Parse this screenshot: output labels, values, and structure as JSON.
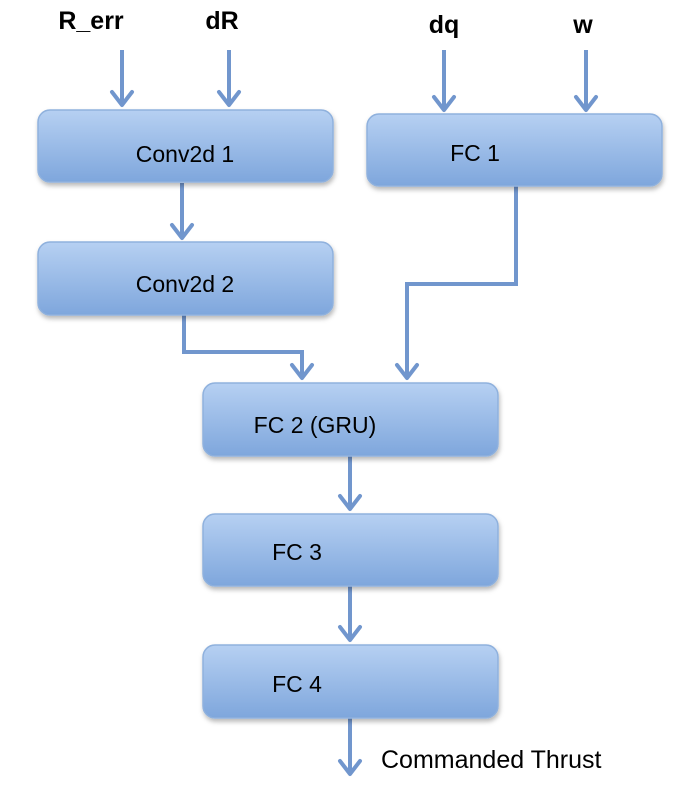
{
  "inputs": [
    {
      "id": "r_err",
      "label": "R_err"
    },
    {
      "id": "dR",
      "label": "dR"
    },
    {
      "id": "dq",
      "label": "dq"
    },
    {
      "id": "w",
      "label": "w"
    }
  ],
  "nodes": [
    {
      "id": "conv2d_1",
      "label": "Conv2d 1"
    },
    {
      "id": "fc1",
      "label": "FC 1"
    },
    {
      "id": "conv2d_2",
      "label": "Conv2d 2"
    },
    {
      "id": "fc2",
      "label": "FC 2 (GRU)"
    },
    {
      "id": "fc3",
      "label": "FC 3"
    },
    {
      "id": "fc4",
      "label": "FC 4"
    }
  ],
  "output": {
    "label": "Commanded Thrust"
  },
  "edges": [
    {
      "from": "r_err",
      "to": "conv2d_1"
    },
    {
      "from": "dR",
      "to": "conv2d_1"
    },
    {
      "from": "dq",
      "to": "fc1"
    },
    {
      "from": "w",
      "to": "fc1"
    },
    {
      "from": "conv2d_1",
      "to": "conv2d_2"
    },
    {
      "from": "conv2d_2",
      "to": "fc2"
    },
    {
      "from": "fc1",
      "to": "fc2"
    },
    {
      "from": "fc2",
      "to": "fc3"
    },
    {
      "from": "fc3",
      "to": "fc4"
    },
    {
      "from": "fc4",
      "to": "output"
    }
  ],
  "colors": {
    "box_fill_top": "#b6d0f2",
    "box_fill_bottom": "#7ea6dc",
    "arrow": "#7196cd"
  }
}
